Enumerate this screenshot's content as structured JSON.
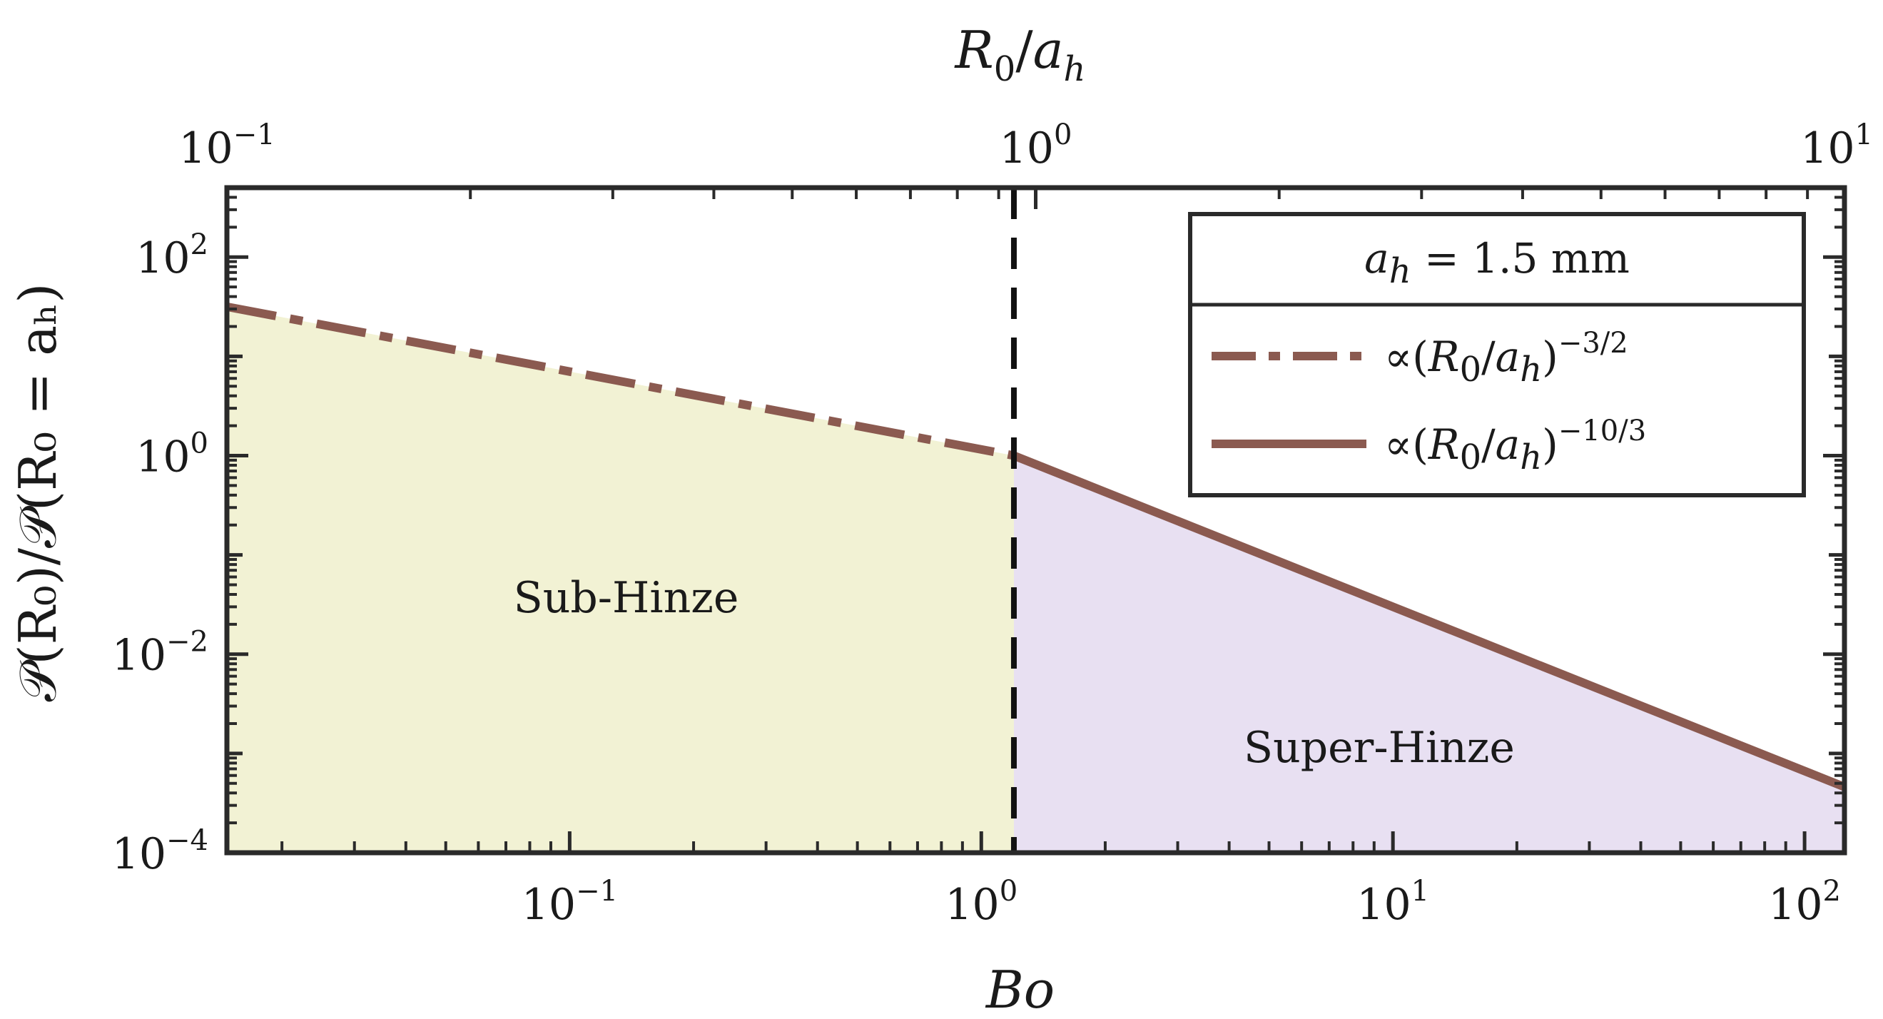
{
  "chart_data": {
    "type": "line",
    "x_axis_bottom": {
      "label": "Bo",
      "scale": "log",
      "range": [
        0.0147,
        125
      ],
      "ticks": [
        {
          "value": 0.1,
          "base": "10",
          "exp": "−1"
        },
        {
          "value": 1,
          "base": "10",
          "exp": "0"
        },
        {
          "value": 10,
          "base": "10",
          "exp": "1"
        },
        {
          "value": 100,
          "base": "10",
          "exp": "2"
        }
      ]
    },
    "x_axis_top": {
      "label_main": "R",
      "label_sub0": "0",
      "label_slash": "/",
      "label_a": "a",
      "label_sub1": "h",
      "scale": "log",
      "range": [
        0.1,
        10
      ],
      "ticks": [
        {
          "value": 0.1,
          "base": "10",
          "exp": "−1"
        },
        {
          "value": 1,
          "base": "10",
          "exp": "0"
        },
        {
          "value": 10,
          "base": "10",
          "exp": "1"
        }
      ]
    },
    "y_axis": {
      "label": "𝒫(R₀)/𝒫(R₀ = aₕ)",
      "scale": "log",
      "range": [
        0.0001,
        500
      ],
      "ticks": [
        {
          "value": 0.0001,
          "base": "10",
          "exp": "−4"
        },
        {
          "value": 0.01,
          "base": "10",
          "exp": "−2"
        },
        {
          "value": 1,
          "base": "10",
          "exp": "0"
        },
        {
          "value": 100,
          "base": "10",
          "exp": "2"
        }
      ]
    },
    "series": [
      {
        "name": "∝(R₀/aₕ)^−3/2",
        "style": "dash-dot",
        "x_top": [
          0.1,
          1
        ],
        "y": [
          31.6,
          1
        ]
      },
      {
        "name": "∝(R₀/aₕ)^−10/3",
        "style": "solid",
        "x_top": [
          1,
          10
        ],
        "y": [
          1,
          0.00046
        ]
      }
    ],
    "vertical_line": {
      "bo": 1.2,
      "style": "dashed"
    },
    "regions": [
      {
        "label": "Sub-Hinze",
        "color": "#f2f2d4"
      },
      {
        "label": "Super-Hinze",
        "color": "#e8e0f2"
      }
    ],
    "legend": {
      "title_var": "a",
      "title_sub": "h",
      "title_value": " = 1.5 mm",
      "placement": "top-right",
      "entries": [
        {
          "prefix": "∝(",
          "R": "R",
          "sub0": "0",
          "slash": "/",
          "a": "a",
          "subh": "h",
          "close": ")",
          "exp": "−3/2",
          "style": "dash-dot"
        },
        {
          "prefix": "∝(",
          "R": "R",
          "sub0": "0",
          "slash": "/",
          "a": "a",
          "subh": "h",
          "close": ")",
          "exp": "−10/3",
          "style": "solid"
        }
      ]
    },
    "colors": {
      "line": "#8b5a50",
      "sub_fill": "#f2f2d4",
      "super_fill": "#e8e0f2",
      "frame": "#2a2a2a"
    }
  }
}
